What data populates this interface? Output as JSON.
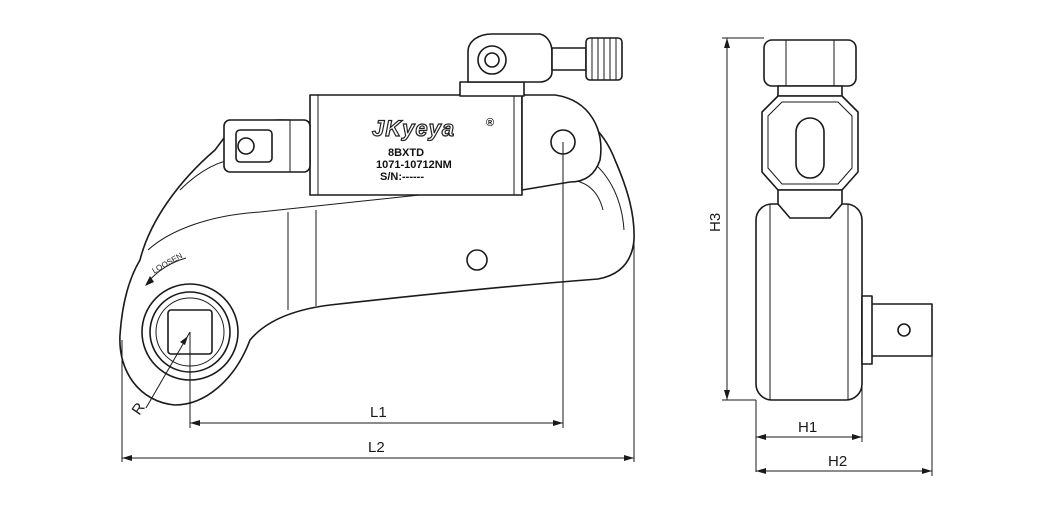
{
  "side_view": {
    "brand": "JKyeya",
    "registered_mark": "®",
    "model": "8BXTD",
    "torque_range": "1071-10712NM",
    "serial": "S/N:------",
    "direction_label": "LOOSEN",
    "radius_label": "R"
  },
  "dimensions": {
    "l1": "L1",
    "l2": "L2",
    "h1": "H1",
    "h2": "H2",
    "h3": "H3"
  }
}
